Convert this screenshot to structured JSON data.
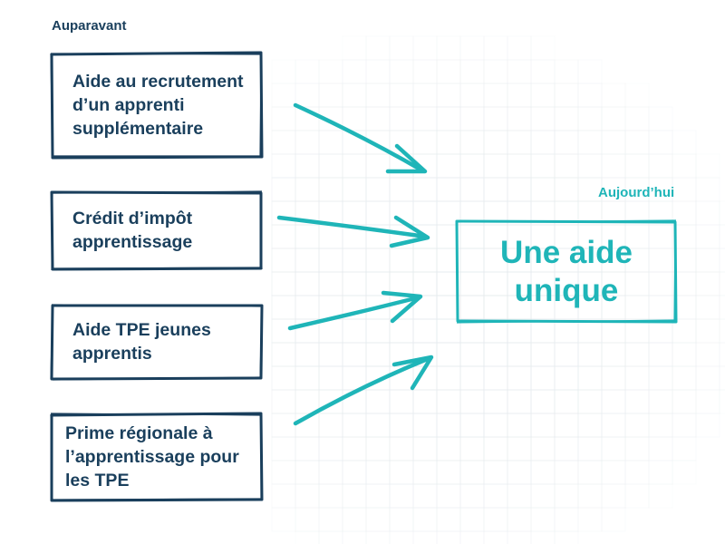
{
  "labels": {
    "before": "Auparavant",
    "after": "Aujourd’hui"
  },
  "old_aids": [
    "Aide au recrutement d’un apprenti supplémentaire",
    "Crédit d’impôt apprentissage",
    "Aide TPE jeunes apprentis",
    "Prime régionale à l’apprentissage pour les TPE"
  ],
  "new_aid": "Une aide unique",
  "colors": {
    "navy": "#1a3f5c",
    "teal": "#1fb5b8",
    "grid": "#e6ebee"
  }
}
